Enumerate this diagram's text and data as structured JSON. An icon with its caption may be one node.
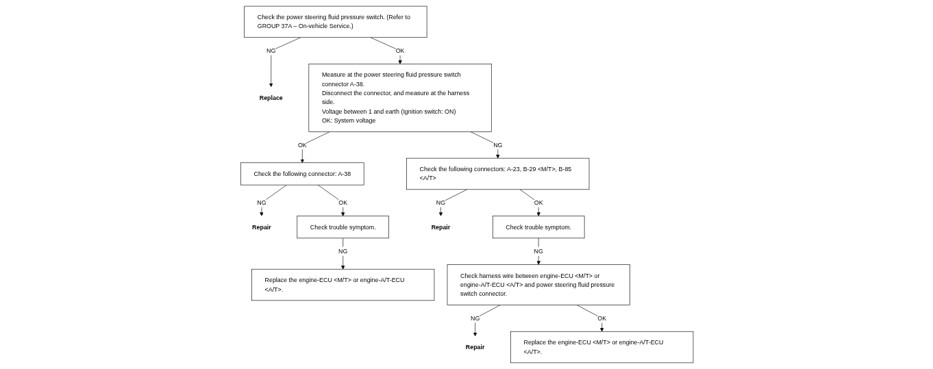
{
  "diagram": {
    "nodes": [
      {
        "text": [
          "Check the power steering fluid pressure switch. (Refer to GROUP 37A – On-vehicle Service.)"
        ]
      },
      {
        "text": [
          "Replace"
        ]
      },
      {
        "text": [
          "Measure at the power steering fluid pressure switch connector A-38.",
          "Disconnect the connector, and measure at the harness side.",
          "Voltage between 1 and earth (Ignition switch: ON)",
          "OK: System voltage"
        ]
      },
      {
        "text": [
          "Check the following connector: A-38"
        ]
      },
      {
        "text": [
          "Repair"
        ]
      },
      {
        "text": [
          "Check trouble symptom."
        ]
      },
      {
        "text": [
          "Replace the engine-ECU <M/T> or engine-A/T-ECU <A/T>."
        ]
      },
      {
        "text": [
          "Check the following connectors: A-23, B-29 <M/T>, B-85 <A/T>"
        ]
      },
      {
        "text": [
          "Repair"
        ]
      },
      {
        "text": [
          "Check trouble symptom."
        ]
      },
      {
        "text": [
          "Check harness wire between engine-ECU <M/T> or engine-A/T-ECU <A/T> and power steering fluid pressure switch connector."
        ]
      },
      {
        "text": [
          "Repair"
        ]
      },
      {
        "text": [
          "Replace the engine-ECU <M/T> or engine-A/T-ECU <A/T>."
        ]
      }
    ],
    "edges": [
      {
        "from": 0,
        "to": 1,
        "arrow": "to",
        "label": "NG"
      },
      {
        "from": 0,
        "to": 2,
        "arrow": "to",
        "label": "OK"
      },
      {
        "from": 2,
        "to": 7,
        "arrow": "to",
        "label": "NG"
      },
      {
        "from": 2,
        "to": 3,
        "arrow": "to",
        "label": "OK"
      },
      {
        "from": 3,
        "to": 4,
        "arrow": "to",
        "label": "NG"
      },
      {
        "from": 3,
        "to": 5,
        "arrow": "to",
        "label": "OK"
      },
      {
        "from": 5,
        "to": 6,
        "arrow": "to",
        "label": "NG"
      },
      {
        "from": 7,
        "to": 8,
        "arrow": "to",
        "label": "NG"
      },
      {
        "from": 7,
        "to": 9,
        "arrow": "to",
        "label": "OK"
      },
      {
        "from": 9,
        "to": 10,
        "arrow": "to",
        "label": "NG"
      },
      {
        "from": 10,
        "to": 11,
        "arrow": "to",
        "label": "NG"
      },
      {
        "from": 10,
        "to": 12,
        "arrow": "to",
        "label": "OK"
      }
    ]
  }
}
